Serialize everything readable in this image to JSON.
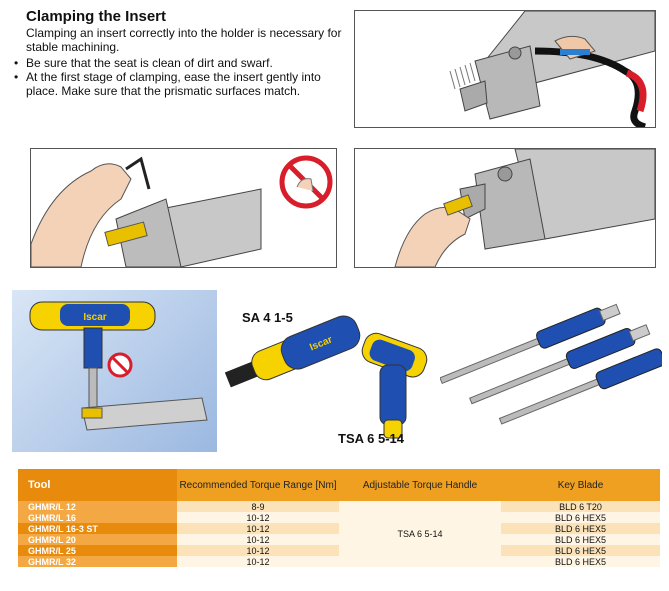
{
  "section": {
    "title": "Clamping the Insert",
    "intro": "Clamping an insert correctly into the holder is necessary for stable machining.",
    "bullets": [
      "Be sure that the seat is clean of dirt and swarf.",
      "At the first stage of clamping, ease the insert gently into place. Make sure that the prismatic surfaces match."
    ]
  },
  "tools_photo": {
    "label_sa": "SA 4 1-5",
    "label_tsa": "TSA 6 5-14"
  },
  "table": {
    "headers": [
      "Tool",
      "Recommended Torque Range [Nm]",
      "Adjustable Torque Handle",
      "Key Blade"
    ],
    "handle_value": "TSA 6 5-14",
    "rows": [
      {
        "tool": "GHMR/L 12",
        "torque": "8-9",
        "key": "BLD 6 T20"
      },
      {
        "tool": "GHMR/L 16",
        "torque": "10-12",
        "key": "BLD 6 HEX5"
      },
      {
        "tool": "GHMR/L 16-3 ST",
        "torque": "10-12",
        "key": "BLD 6 HEX5"
      },
      {
        "tool": "GHMR/L 20",
        "torque": "10-12",
        "key": "BLD 6 HEX5"
      },
      {
        "tool": "GHMR/L 25",
        "torque": "10-12",
        "key": "BLD 6 HEX5"
      },
      {
        "tool": "GHMR/L 32",
        "torque": "10-12",
        "key": "BLD 6 HEX5"
      }
    ]
  },
  "colors": {
    "orange": "#e88a0c",
    "light_orange": "#fbe2b8",
    "blue": "#1f4fb0",
    "yellow": "#f5d200"
  }
}
